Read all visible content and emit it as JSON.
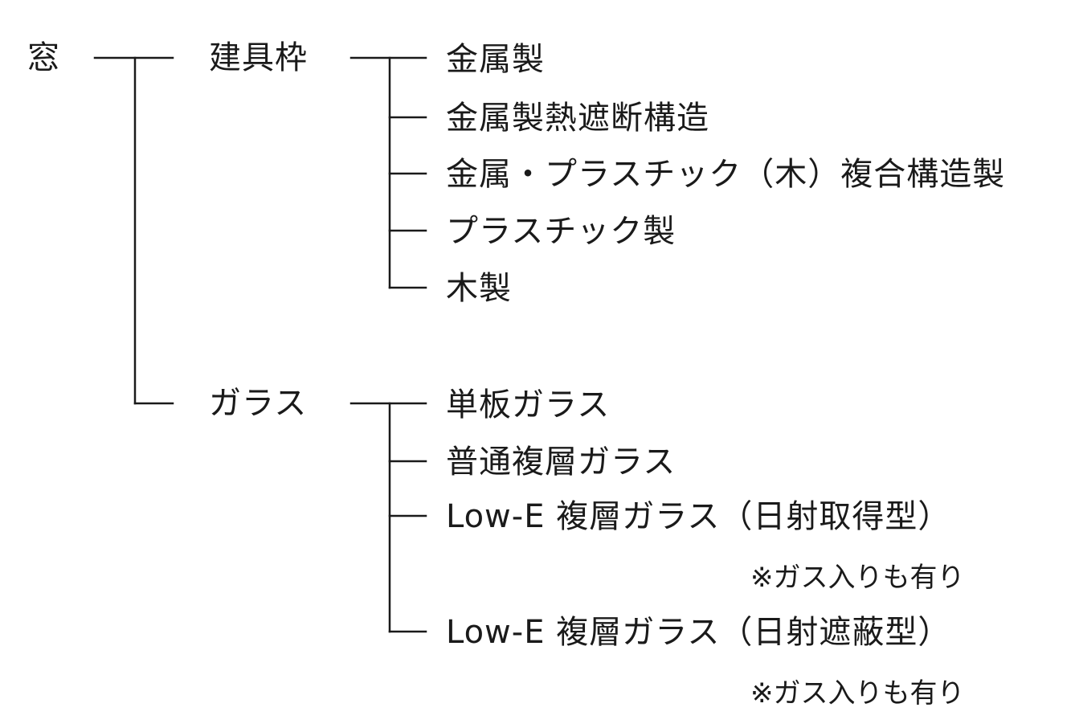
{
  "root": {
    "label": "窓"
  },
  "frame": {
    "label": "建具枠",
    "items": [
      "金属製",
      "金属製熱遮断構造",
      "金属・プラスチック（木）複合構造製",
      "プラスチック製",
      "木製"
    ]
  },
  "glass": {
    "label": "ガラス",
    "items": [
      "単板ガラス",
      "普通複層ガラス",
      "Low-E 複層ガラス（日射取得型）",
      "Low-E 複層ガラス（日射遮蔽型）"
    ],
    "notes": [
      "※ガス入りも有り",
      "※ガス入りも有り"
    ]
  }
}
